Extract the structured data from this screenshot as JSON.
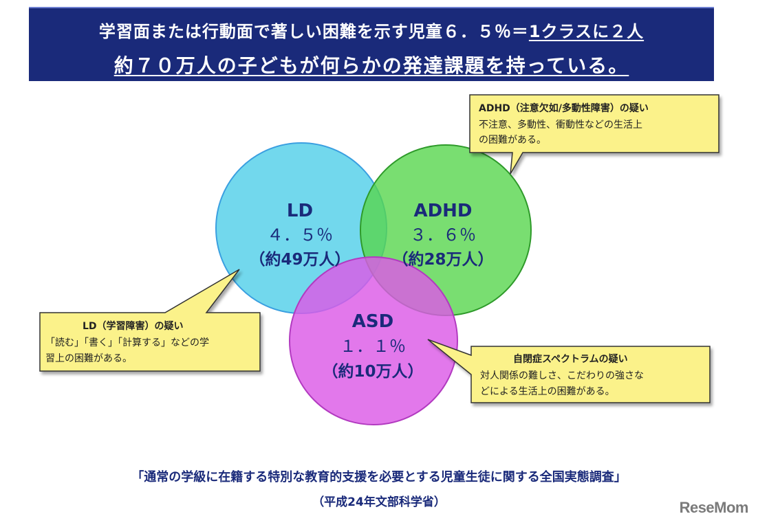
{
  "banner": {
    "line1_main": "学習面または行動面で著しい困難を示す児童６．５％＝",
    "line1_underlined": "1クラスに２人",
    "line2": "約７０万人の子どもが何らかの発達課題を持っている。"
  },
  "circles": {
    "ld": {
      "name": "LD",
      "percent": "４．５％",
      "count": "（約49万人）",
      "color": "#5fd3ea"
    },
    "adhd": {
      "name": "ADHD",
      "percent": "３．６％",
      "count": "（約28万人）",
      "color": "#58d64d"
    },
    "asd": {
      "name": "ASD",
      "percent": "１．１％",
      "count": "（約10万人）",
      "color": "#dc5ae6"
    }
  },
  "callouts": {
    "adhd": {
      "title": "ADHD（注意欠如/多動性障害）の疑い",
      "line1": "不注意、多動性、衝動性などの生活上",
      "line2": "の困難がある。"
    },
    "ld": {
      "title": "LD（学習障害）の疑い",
      "line1": "「読む」「書く」「計算する」などの学",
      "line2": "習上の困難がある。"
    },
    "asd": {
      "title": "自閉症スペクトラムの疑い",
      "line1": "対人関係の難しさ、こだわりの強さな",
      "line2": "どによる生活上の困難がある。"
    }
  },
  "source": {
    "title": "「通常の学級に在籍する特別な教育的支援を必要とする児童生徒に関する全国実態調査」",
    "org": "（平成24年文部科学省）"
  },
  "logo": "ReseMom",
  "colors": {
    "banner": "#1a2a7a",
    "callout_fill": "#fbf28a",
    "text_navy": "#1a2a7a"
  }
}
